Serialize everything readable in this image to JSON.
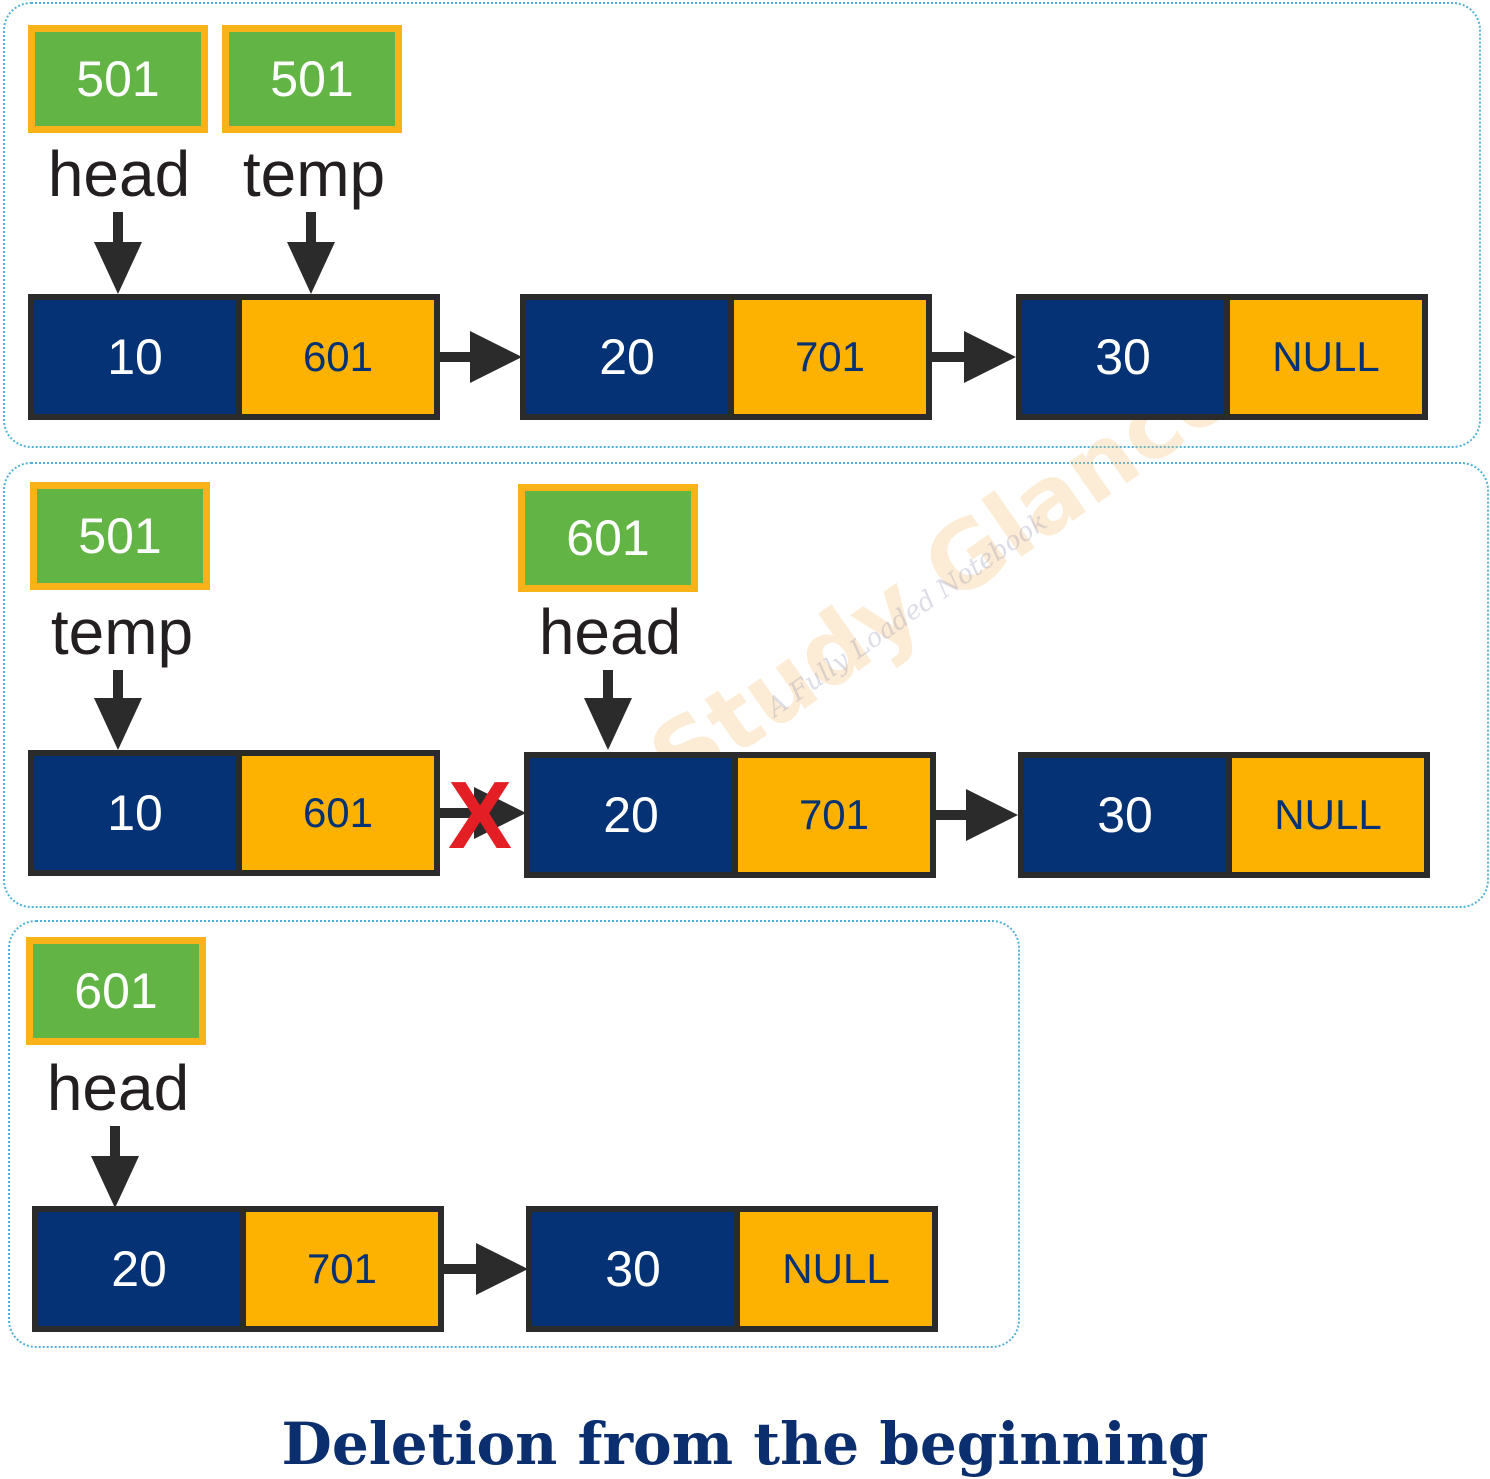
{
  "colors": {
    "pointer_fill": "#62b544",
    "pointer_border": "#fab219",
    "node_value_fill": "#053274",
    "node_next_fill": "#fdb100",
    "arrow": "#2b2b2b",
    "cross": "#e31e24",
    "caption": "#0b2f6e"
  },
  "watermark": {
    "title": "Study Glance",
    "tagline": "A Fully Loaded Notebook"
  },
  "panels": [
    {
      "pointers": [
        {
          "address": "501",
          "label": "head"
        },
        {
          "address": "501",
          "label": "temp"
        }
      ],
      "nodes": [
        {
          "value": "10",
          "next": "601"
        },
        {
          "value": "20",
          "next": "701"
        },
        {
          "value": "30",
          "next": "NULL"
        }
      ]
    },
    {
      "pointers": [
        {
          "address": "501",
          "label": "temp"
        },
        {
          "address": "601",
          "label": "head"
        }
      ],
      "nodes": [
        {
          "value": "10",
          "next": "601"
        },
        {
          "value": "20",
          "next": "701"
        },
        {
          "value": "30",
          "next": "NULL"
        }
      ],
      "broken_link": "X"
    },
    {
      "pointers": [
        {
          "address": "601",
          "label": "head"
        }
      ],
      "nodes": [
        {
          "value": "20",
          "next": "701"
        },
        {
          "value": "30",
          "next": "NULL"
        }
      ]
    }
  ],
  "caption": "Deletion from the beginning"
}
